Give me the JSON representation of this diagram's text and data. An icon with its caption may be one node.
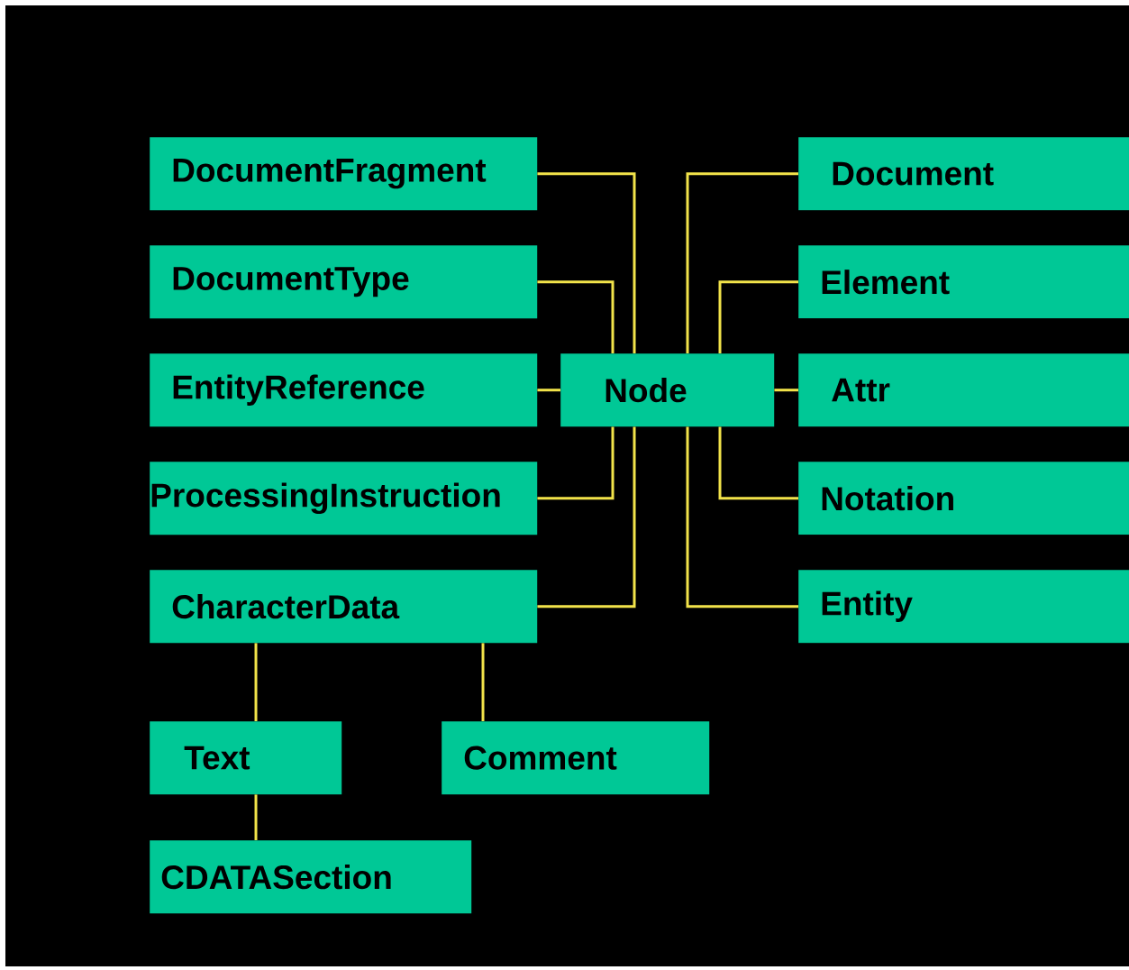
{
  "diagram": {
    "nodes": [
      {
        "text": [
          "DocumentFragment"
        ]
      },
      {
        "text": [
          "DocumentType"
        ]
      },
      {
        "text": [
          "EntityReference"
        ]
      },
      {
        "text": [
          "ProcessingInstruction"
        ]
      },
      {
        "text": [
          "CharacterData"
        ]
      },
      {
        "text": [
          "Node"
        ]
      },
      {
        "text": [
          "Document"
        ]
      },
      {
        "text": [
          "Element"
        ]
      },
      {
        "text": [
          "Attr"
        ]
      },
      {
        "text": [
          "Notation"
        ]
      },
      {
        "text": [
          "Entity"
        ]
      },
      {
        "text": [
          "Text"
        ]
      },
      {
        "text": [
          "Comment"
        ]
      },
      {
        "text": [
          "CDATASection"
        ]
      }
    ],
    "edges": [
      {
        "from": 5,
        "to": 0,
        "arrow": "none"
      },
      {
        "from": 5,
        "to": 1,
        "arrow": "none"
      },
      {
        "from": 5,
        "to": 2,
        "arrow": "none"
      },
      {
        "from": 5,
        "to": 3,
        "arrow": "none"
      },
      {
        "from": 5,
        "to": 4,
        "arrow": "none"
      },
      {
        "from": 5,
        "to": 6,
        "arrow": "none"
      },
      {
        "from": 5,
        "to": 7,
        "arrow": "none"
      },
      {
        "from": 5,
        "to": 8,
        "arrow": "none"
      },
      {
        "from": 5,
        "to": 9,
        "arrow": "none"
      },
      {
        "from": 5,
        "to": 10,
        "arrow": "none"
      },
      {
        "from": 4,
        "to": 11,
        "arrow": "none"
      },
      {
        "from": 4,
        "to": 12,
        "arrow": "none"
      },
      {
        "from": 11,
        "to": 13,
        "arrow": "none"
      }
    ]
  }
}
